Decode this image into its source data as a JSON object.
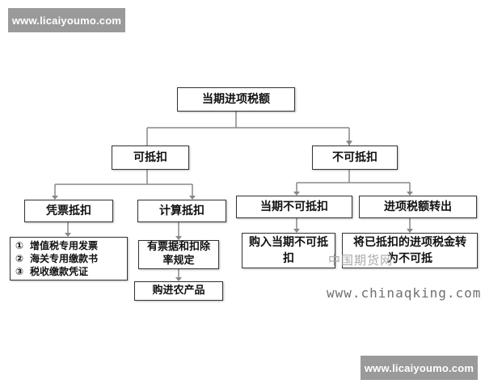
{
  "watermarks": {
    "top": "www.licaiyoumo.com",
    "bottom": "www.licaiyoumo.com",
    "chinese": "中国期货网",
    "url": "www.chinaqking.com"
  },
  "chart": {
    "root": "当期进项税额",
    "deductible": "可抵扣",
    "non_deductible": "不可抵扣",
    "voucher_deduction": "凭票抵扣",
    "calculated_deduction": "计算抵扣",
    "current_non_deductible": "当期不可抵扣",
    "input_tax_transfer_out": "进项税额转出",
    "voucher_list": [
      {
        "num": "①",
        "text": "增值税专用发票"
      },
      {
        "num": "②",
        "text": "海关专用缴款书"
      },
      {
        "num": "③",
        "text": "税收缴款凭证"
      }
    ],
    "calc_rule": "有票据和扣除率规定",
    "agri_products": "购进农产品",
    "purchase_non_deductible": "购入当期不可抵扣",
    "transfer_note": "将已抵扣的进项税金转为不可抵"
  }
}
